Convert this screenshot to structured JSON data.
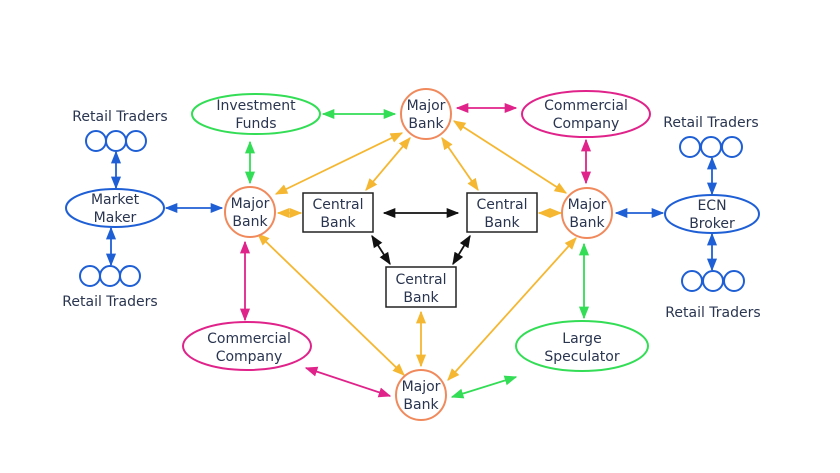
{
  "colors": {
    "orange": "#f5b731",
    "green": "#33dd55",
    "pink": "#e0238a",
    "blue": "#1f5fd6",
    "black": "#111111"
  },
  "labels": {
    "retail_traders_top_left": "Retail Traders",
    "retail_traders_bottom_left": "Retail Traders",
    "retail_traders_top_right": "Retail Traders",
    "retail_traders_bottom_right": "Retail Traders"
  },
  "nodes": {
    "investment_funds": [
      "Investment",
      "Funds"
    ],
    "commercial_company_top": [
      "Commercial",
      "Company"
    ],
    "commercial_company_bottom": [
      "Commercial",
      "Company"
    ],
    "large_speculator": [
      "Large",
      "Speculator"
    ],
    "market_maker": [
      "Market",
      "Maker"
    ],
    "ecn_broker": [
      "ECN",
      "Broker"
    ],
    "major_bank_top": [
      "Major",
      "Bank"
    ],
    "major_bank_left": [
      "Major",
      "Bank"
    ],
    "major_bank_right": [
      "Major",
      "Bank"
    ],
    "major_bank_bottom": [
      "Major",
      "Bank"
    ],
    "central_bank_left": [
      "Central",
      "Bank"
    ],
    "central_bank_right": [
      "Central",
      "Bank"
    ],
    "central_bank_bottom": [
      "Central",
      "Bank"
    ]
  }
}
